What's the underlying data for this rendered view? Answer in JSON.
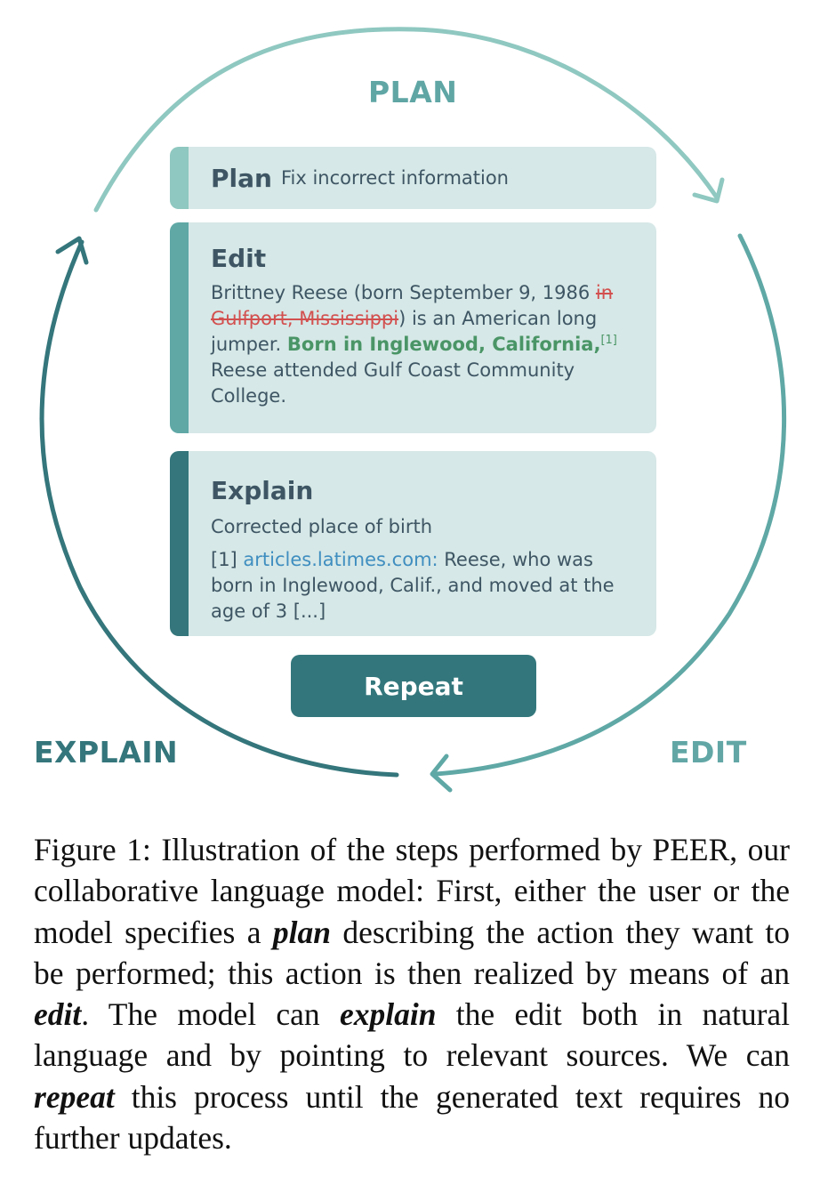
{
  "diagram": {
    "stage_labels": {
      "plan": "PLAN",
      "edit": "EDIT",
      "explain": "EXPLAIN"
    },
    "colors": {
      "plan": "#8fc8c0",
      "edit": "#5fa8a6",
      "explain": "#34767b",
      "card_bg": "#d6e8e7",
      "deleted_text": "#d2504f",
      "inserted_text": "#4a9566",
      "link_text": "#3f8ec0"
    },
    "plan_card": {
      "title": "Plan",
      "text": "Fix incorrect information"
    },
    "edit_card": {
      "title": "Edit",
      "text_before": "Brittney Reese (born September 9, 1986 ",
      "deleted": "in Gulfport, Mississippi",
      "text_middle": ") is an American long jumper. ",
      "inserted": "Born in Inglewood, California,",
      "citation": "[1]",
      "text_after": " Reese attended Gulf Coast Community College."
    },
    "explain_card": {
      "title": "Explain",
      "summary": "Corrected place of birth",
      "source_ref": "[1] ",
      "source_link": "articles.latimes.com:",
      "source_quote": " Reese, who was born in Inglewood, Calif., and moved at the age of 3 [...]"
    },
    "repeat_button": "Repeat"
  },
  "caption": {
    "p1": "Figure 1: Illustration of the steps performed by PEER, our collaborative language model: First, either the user or the model specifies a ",
    "k1": "plan",
    "p2": " describing the action they want to be performed; this action is then realized by means of an ",
    "k2": "edit",
    "p3": ". The model can ",
    "k3": "explain",
    "p4": " the edit both in natural language and by pointing to relevant sources. We can ",
    "k4": "repeat",
    "p5": " this process until the generated text re­quires no further updates."
  }
}
